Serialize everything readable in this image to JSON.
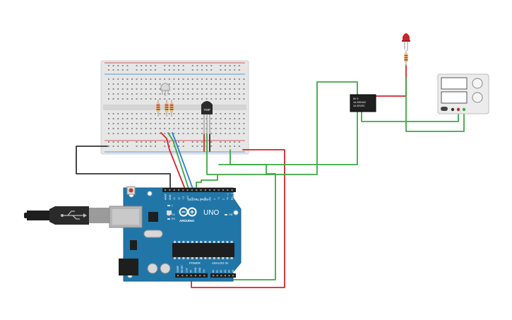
{
  "board": {
    "brand": "ARDUINO",
    "model": "UNO",
    "digital_header": "DIGITAL (PWM~)",
    "power_label": "POWER",
    "analog_label": "ANALOG IN",
    "pin_labels_digital": [
      "AREF",
      "GND",
      "13",
      "12",
      "~11",
      "~10",
      "~9",
      "8",
      "7",
      "~6",
      "~5",
      "4",
      "~3",
      "2",
      "TX→1",
      "RX←0"
    ],
    "pin_labels_power": [
      "IOREF",
      "RESET",
      "3.3V",
      "5V",
      "GND",
      "GND",
      "Vin"
    ],
    "pin_labels_analog": [
      "A0",
      "A1",
      "A2",
      "A3",
      "A4",
      "A5"
    ],
    "led_labels": [
      "L",
      "TX",
      "RX",
      "ON"
    ]
  },
  "sensor": {
    "label": "TMP"
  },
  "relay": {
    "lines": [
      "5V 9",
      "1A 250VAC",
      "1A 30VDC"
    ]
  },
  "colors": {
    "board": "#2176a8",
    "wire_red": "#d0262c",
    "wire_green": "#3ca844",
    "wire_blue": "#2d7fd6",
    "wire_black": "#333333",
    "breadboard": "#e6e6e6"
  }
}
